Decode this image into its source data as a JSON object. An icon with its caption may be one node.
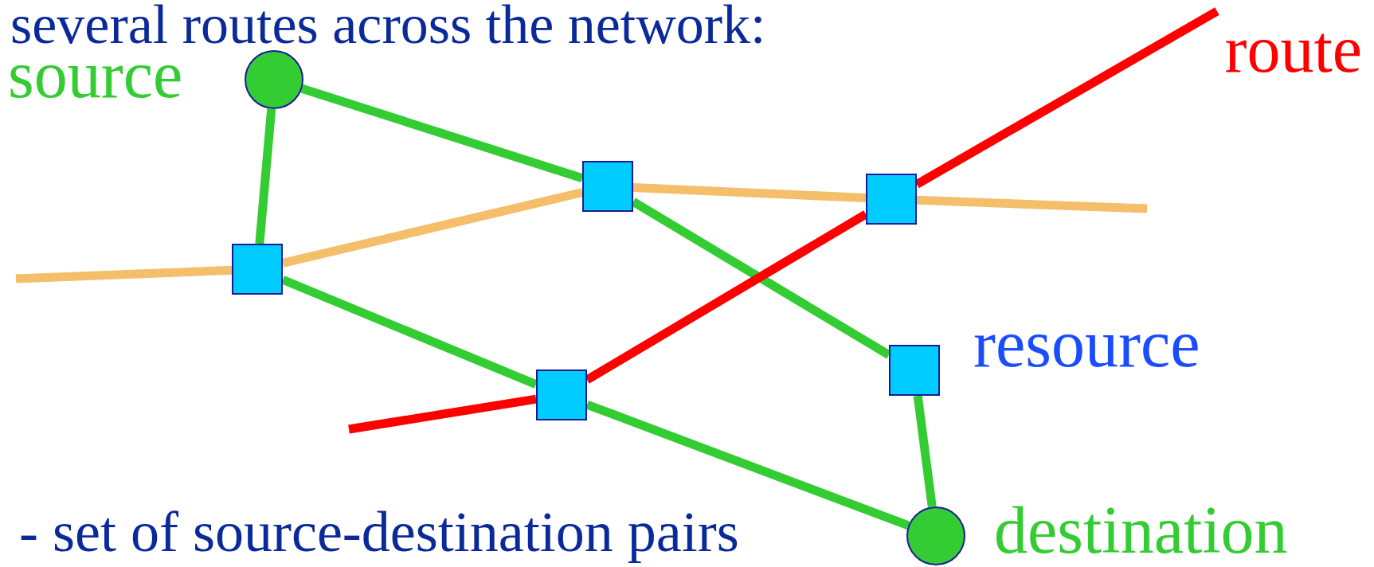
{
  "diagram": {
    "title": "several routes across the network:",
    "nodes": [
      {
        "text": [],
        "shape": "circle",
        "beside": [
          "source"
        ]
      },
      {
        "text": [],
        "shape": "box"
      },
      {
        "text": [],
        "shape": "box"
      },
      {
        "text": [],
        "shape": "box"
      },
      {
        "text": [],
        "shape": "box"
      },
      {
        "text": [],
        "shape": "box",
        "beside": [
          "resource"
        ]
      },
      {
        "text": [],
        "shape": "circle",
        "beside": [
          "destination"
        ]
      }
    ],
    "edges": [
      {
        "from": 0,
        "to": 1,
        "arrow": "none"
      },
      {
        "from": 0,
        "to": 2,
        "arrow": "none"
      },
      {
        "from": 1,
        "to": 4,
        "arrow": "none"
      },
      {
        "from": 2,
        "to": 5,
        "arrow": "none"
      },
      {
        "from": 4,
        "to": 6,
        "arrow": "none"
      },
      {
        "from": 5,
        "to": 6,
        "arrow": "none"
      },
      {
        "from": null,
        "to": 1,
        "arrow": "none",
        "color": "#f5be6b"
      },
      {
        "from": 1,
        "to": 2,
        "arrow": "none",
        "color": "#f5be6b"
      },
      {
        "from": 2,
        "to": 3,
        "arrow": "none",
        "color": "#f5be6b"
      },
      {
        "from": 3,
        "to": null,
        "arrow": "none",
        "color": "#f5be6b"
      },
      {
        "from": null,
        "to": 4,
        "arrow": "none",
        "color": "#ff0000"
      },
      {
        "from": 4,
        "to": 3,
        "arrow": "none",
        "color": "#ff0000"
      },
      {
        "from": 3,
        "to": null,
        "arrow": "none",
        "color": "#ff0000"
      }
    ],
    "labels": [
      "route",
      "- set of source-destination pairs"
    ]
  }
}
